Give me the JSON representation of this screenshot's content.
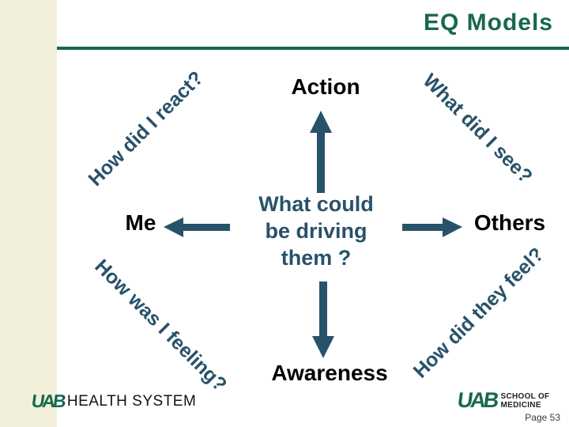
{
  "slide": {
    "title": "EQ Models",
    "page_label": "Page 53"
  },
  "diagram": {
    "center_text": "What could\nbe driving\nthem ?",
    "nodes": {
      "top": "Action",
      "left": "Me",
      "right": "Others",
      "bottom": "Awareness"
    },
    "diagonals": {
      "top_left": "How did I react?",
      "top_right": "What did I see?",
      "bottom_left": "How was I feeling?",
      "bottom_right": "How did they feel?"
    },
    "icons": {
      "up": "arrow-up-icon",
      "down": "arrow-down-icon",
      "left": "arrow-left-icon",
      "right": "arrow-right-icon"
    }
  },
  "footer": {
    "health_system": {
      "mark": "UAB",
      "label": "HEALTH SYSTEM"
    },
    "school_of_medicine": {
      "mark": "UAB",
      "line1": "SCHOOL OF",
      "line2": "MEDICINE"
    }
  },
  "colors": {
    "title_green": "#17694b",
    "slate_blue": "#28526a",
    "stripe_cream": "#f2f0da",
    "label_black": "#000000"
  }
}
